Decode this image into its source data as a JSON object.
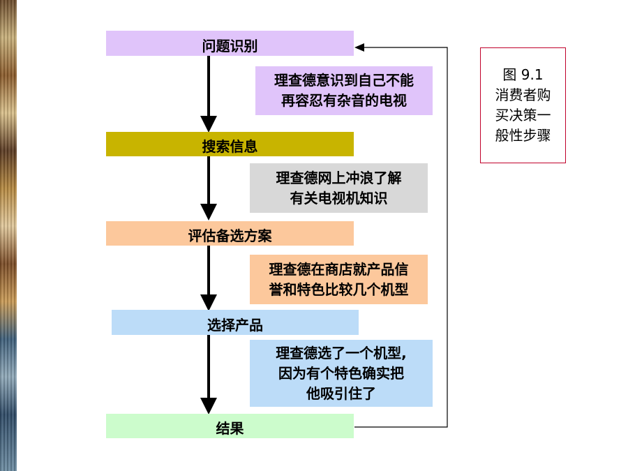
{
  "steps": [
    {
      "label": "问题识别",
      "color": "#e0c4fa"
    },
    {
      "label": "搜索信息",
      "color": "#c8b400"
    },
    {
      "label": "评估备选方案",
      "color": "#fcc89c"
    },
    {
      "label": "选择产品",
      "color": "#bcdcf8"
    },
    {
      "label": "结果",
      "color": "#ccfccc"
    }
  ],
  "notes": [
    {
      "text": "理查德意识到自己不能\n再容忍有杂音的电视",
      "color": "#e0c4fa"
    },
    {
      "text": "理查德网上冲浪了解\n有关电视机知识",
      "color": "#d8d8d8"
    },
    {
      "text": "理查德在商店就产品信\n誉和特色比较几个机型",
      "color": "#fcc89c"
    },
    {
      "text": "理查德选了一个机型,\n因为有个特色确实把\n他吸引住了",
      "color": "#bcdcf8"
    }
  ],
  "caption": {
    "text": "图  9.1\n消费者购\n买决策一\n般性步骤",
    "border_color": "#c0002a"
  }
}
